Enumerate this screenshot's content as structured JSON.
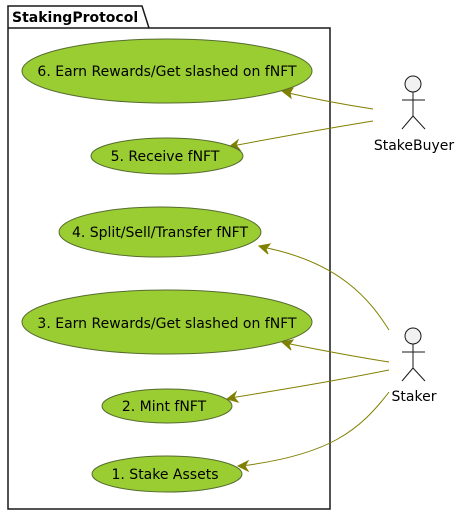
{
  "package": {
    "title": "StakingProtocol"
  },
  "use_cases": [
    {
      "id": "uc6",
      "label": "6. Earn Rewards/Get slashed on fNFT"
    },
    {
      "id": "uc5",
      "label": "5. Receive fNFT"
    },
    {
      "id": "uc4",
      "label": "4. Split/Sell/Transfer fNFT"
    },
    {
      "id": "uc3",
      "label": "3. Earn Rewards/Get slashed on fNFT"
    },
    {
      "id": "uc2",
      "label": "2. Mint fNFT"
    },
    {
      "id": "uc1",
      "label": "1. Stake Assets"
    }
  ],
  "actors": [
    {
      "id": "stakebuyer",
      "label": "StakeBuyer"
    },
    {
      "id": "staker",
      "label": "Staker"
    }
  ],
  "associations": [
    {
      "from": "stakebuyer",
      "to": "uc6"
    },
    {
      "from": "stakebuyer",
      "to": "uc5"
    },
    {
      "from": "staker",
      "to": "uc4"
    },
    {
      "from": "staker",
      "to": "uc3"
    },
    {
      "from": "staker",
      "to": "uc2"
    },
    {
      "from": "staker",
      "to": "uc1"
    }
  ],
  "colors": {
    "use_case_fill": "#9ACD32",
    "use_case_stroke": "#556B2F",
    "arrow": "#808000",
    "actor_fill": "#F1F1F1",
    "outline": "#181818"
  }
}
